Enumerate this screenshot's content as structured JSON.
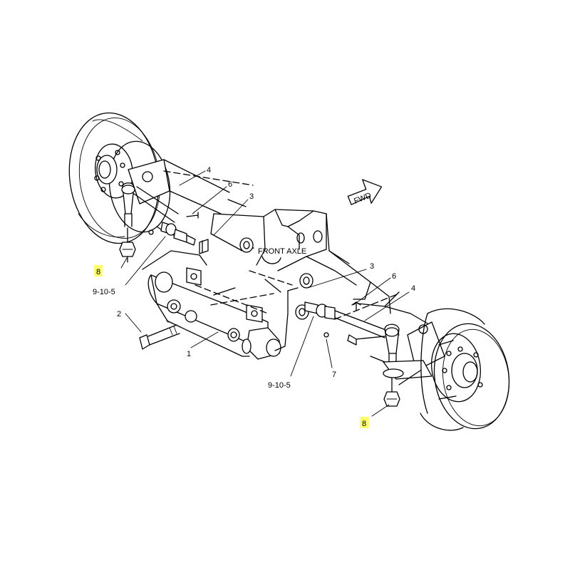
{
  "diagram": {
    "fwd_label": "FWD",
    "axle_label": "FRONT AXLE",
    "callouts": {
      "c1": "1",
      "c2": "2",
      "c3_left": "3",
      "c3_right": "3",
      "c4_left": "4",
      "c4_right": "4",
      "c6_left": "6",
      "c6_right": "6",
      "c7": "7",
      "c8_left": "8",
      "c8_right": "8",
      "c9105_left": "9-10-5",
      "c9105_right": "9-10-5"
    },
    "highlight_color": "#ffff66"
  }
}
